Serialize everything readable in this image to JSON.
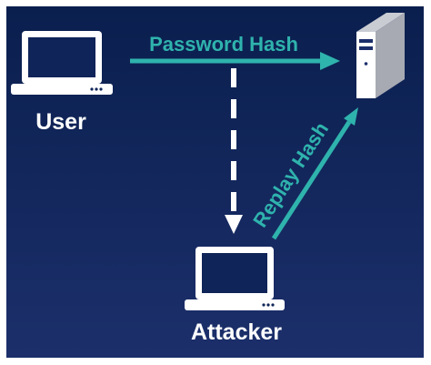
{
  "labels": {
    "user": "User",
    "attacker": "Attacker",
    "password_hash": "Password Hash",
    "replay_hash": "Replay Hash"
  },
  "icons": {
    "user_device": "laptop-icon",
    "attacker_device": "laptop-icon",
    "server": "server-tower-icon"
  },
  "colors": {
    "background_top": "#0a1f4e",
    "background_bottom": "#1c2f6b",
    "accent": "#2fb3ad",
    "foreground": "#ffffff"
  }
}
